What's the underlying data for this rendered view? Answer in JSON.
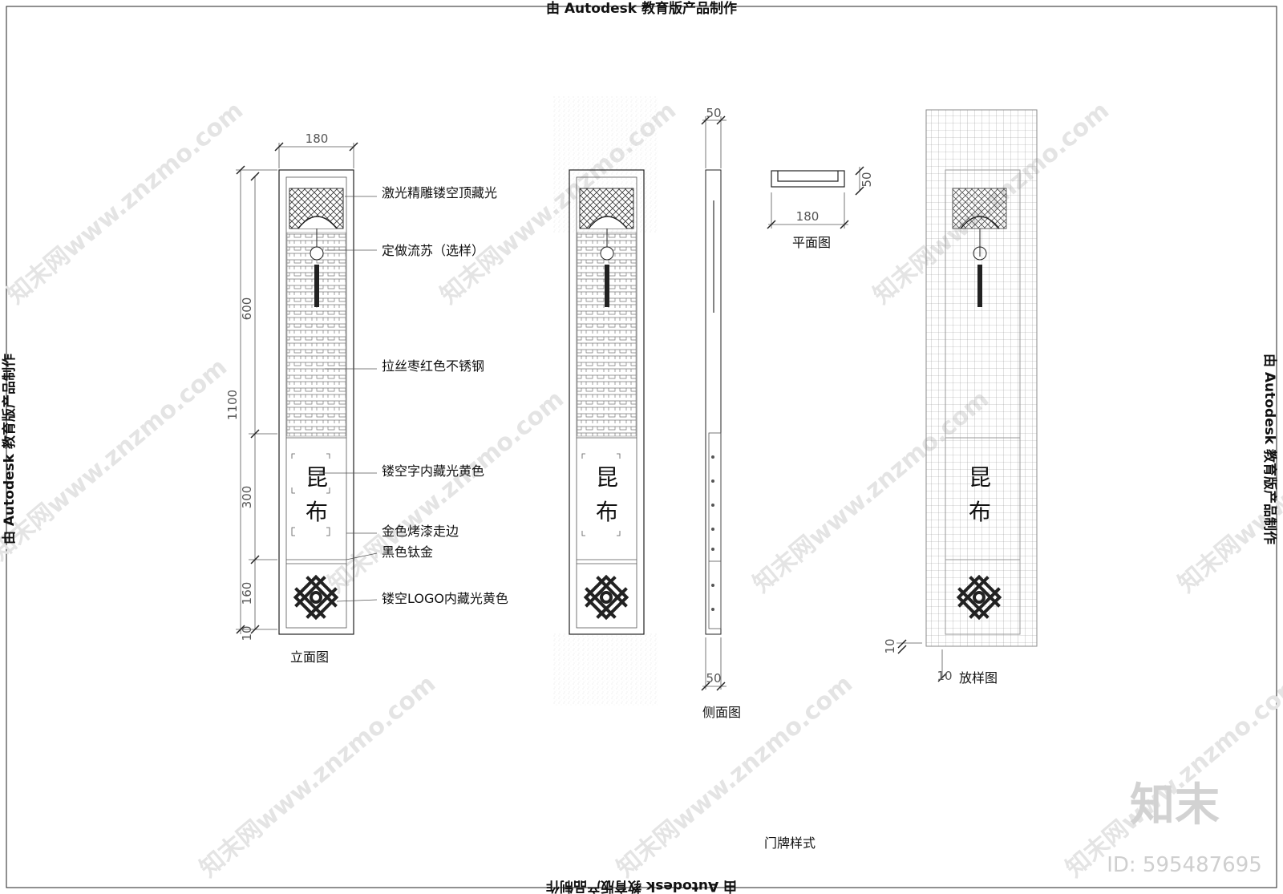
{
  "edu_stamp": "由 Autodesk 教育版产品制作",
  "sheet_title": "门牌样式",
  "views": {
    "elevation": "立面图",
    "side": "侧面图",
    "plan": "平面图",
    "template": "放样图"
  },
  "callouts": [
    "激光精雕镂空顶藏光",
    "定做流苏（选样）",
    "拉丝枣红色不锈钢",
    "镂空字内藏光黄色",
    "金色烤漆走边",
    "黑色钛金",
    "镂空LOGO内藏光黄色"
  ],
  "sign_text": [
    "昆",
    "布"
  ],
  "dimensions": {
    "width": "180",
    "total_height": "1100",
    "upper": "600",
    "middle": "300",
    "lower": "160",
    "base": "10",
    "side_depth_top": "50",
    "side_depth_bottom": "50",
    "plan_width": "180",
    "plan_depth": "50",
    "template_a": "10",
    "template_b": "10"
  },
  "watermark": {
    "site": "知末网www.znzmo.com",
    "brand": "知末",
    "id": "ID: 595487695"
  }
}
